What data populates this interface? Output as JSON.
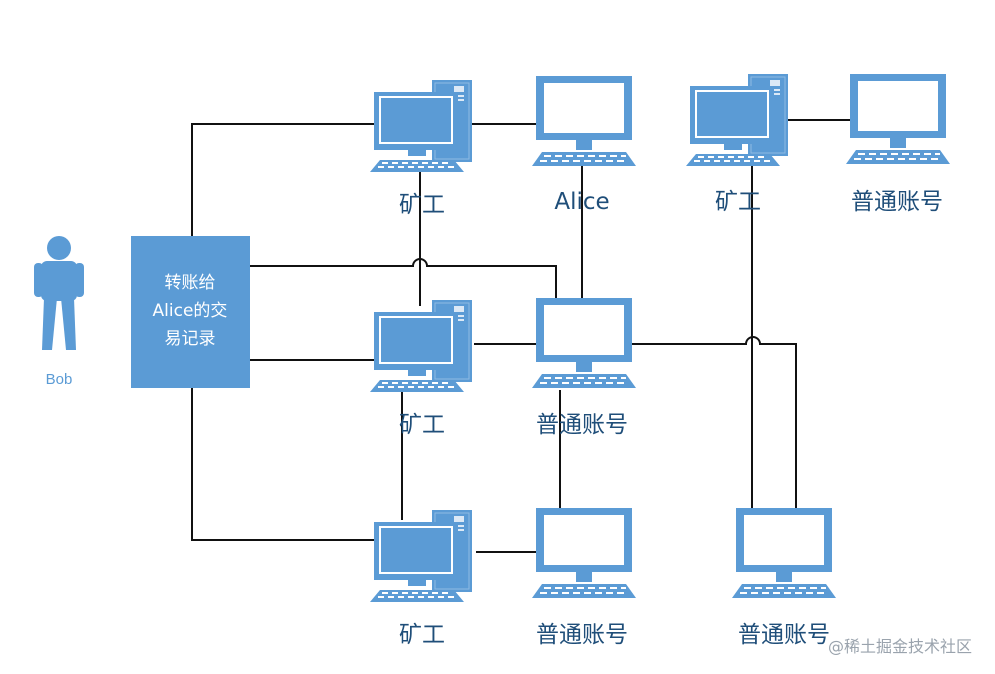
{
  "person": {
    "name": "Bob"
  },
  "transaction": {
    "lines": [
      "转账给",
      "Alice的交",
      "易记录"
    ]
  },
  "nodes": {
    "miner_top": "矿工",
    "alice": "Alice",
    "miner_top_right": "矿工",
    "account_top_right": "普通账号",
    "miner_middle": "矿工",
    "account_middle": "普通账号",
    "miner_bottom": "矿工",
    "account_bottom": "普通账号",
    "account_bottom_right": "普通账号"
  },
  "watermark": "@稀土掘金技术社区",
  "colors": {
    "primary": "#5b9bd5",
    "dark": "#1f4e79",
    "line": "#111111"
  }
}
